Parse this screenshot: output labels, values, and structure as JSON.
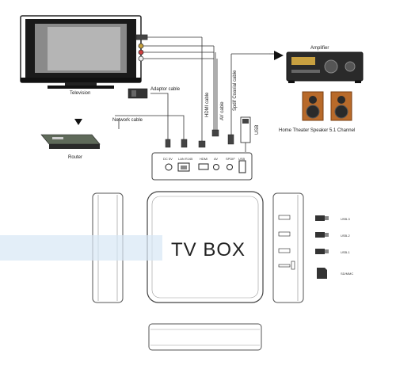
{
  "labels": {
    "television": "Television",
    "adaptor_cable": "Adaptor cable",
    "network_cable": "Network cable",
    "hdmi_cable": "HDMI cable",
    "av_cable": "AV cable",
    "spdif_cable": "Spdif Coaxial cable",
    "usb_stick": "USB",
    "amplifier": "Amplifier",
    "speakers": "Home Theater Speaker 5.1 Channel",
    "router": "Router",
    "product": "TV BOX",
    "usb3": "USB-3",
    "usb2": "USB-2",
    "usb1": "USB-1",
    "sdmmc": "SD/MMC"
  },
  "rear_ports": {
    "dc": "DC 5V",
    "lan": "LAN RJ45",
    "hdmi": "HDMI",
    "av": "AV",
    "spdif": "SPDIF",
    "usb": "USB"
  },
  "colors": {
    "line": "#333333",
    "device_outline": "#555555",
    "wood": "#b86a2a",
    "band": "#d7e7f5"
  }
}
